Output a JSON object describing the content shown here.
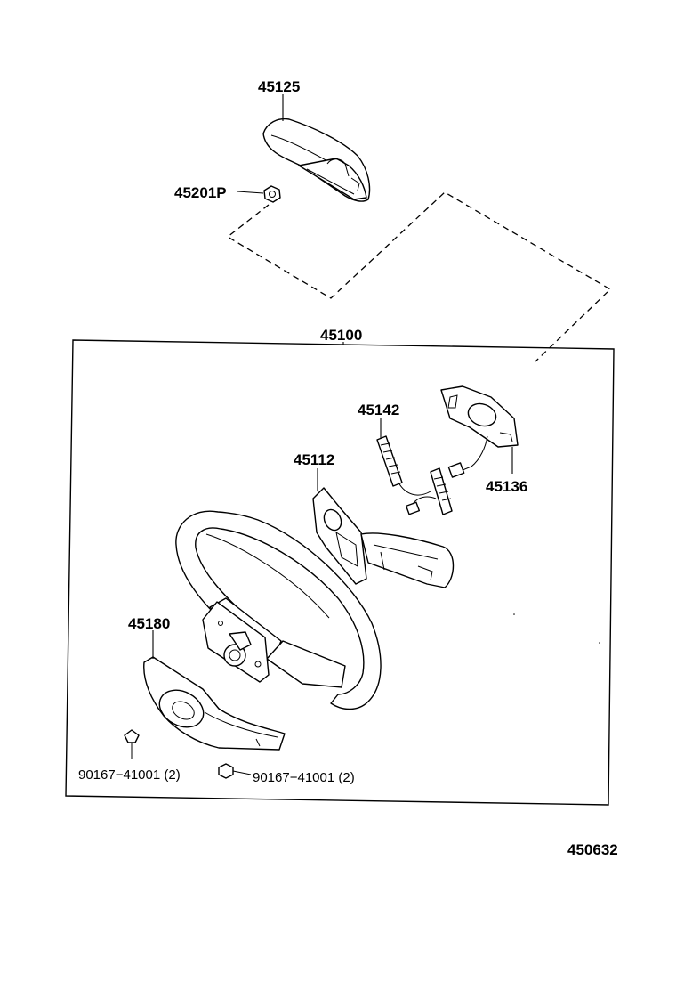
{
  "labels": {
    "p45125": "45125",
    "p45201p": "45201P",
    "p45100": "45100",
    "p45142": "45142",
    "p45112": "45112",
    "p45136": "45136",
    "p45180": "45180",
    "bolt_left": "90167−41001 (2)",
    "bolt_right": "90167−41001 (2)",
    "diagram_number": "450632"
  }
}
